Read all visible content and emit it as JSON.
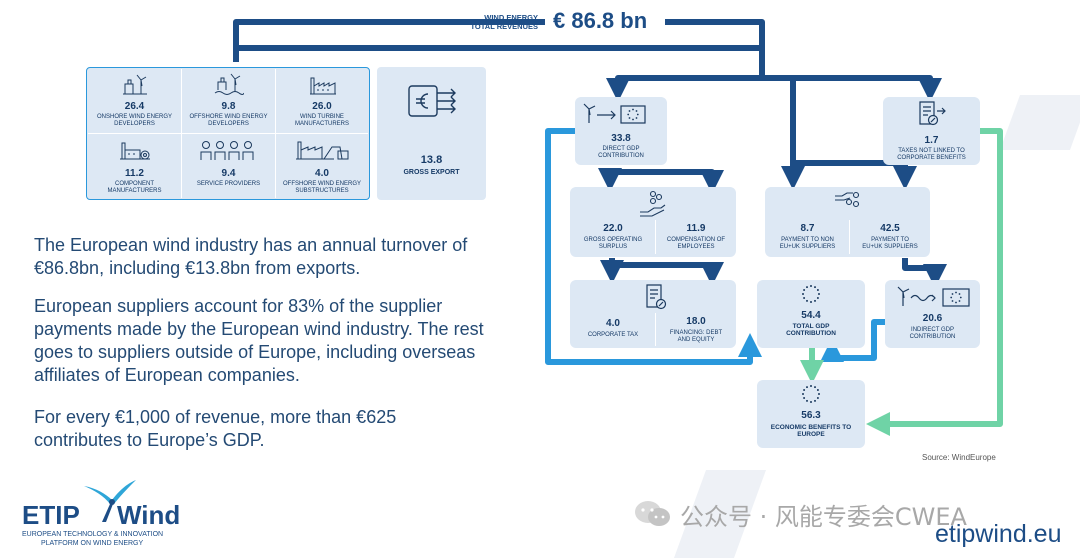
{
  "header": {
    "label_line1": "WIND ENERGY",
    "label_line2": "TOTAL REVENUES",
    "total": "€ 86.8 bn"
  },
  "revenue_breakdown": [
    {
      "value": "26.4",
      "label": "ONSHORE WIND ENERGY DEVELOPERS",
      "icon": "onshore-wind-icon"
    },
    {
      "value": "9.8",
      "label": "OFFSHORE WIND ENERGY DEVELOPERS",
      "icon": "offshore-wind-icon"
    },
    {
      "value": "26.0",
      "label": "WIND TURBINE MANUFACTURERS",
      "icon": "factory-icon"
    },
    {
      "value": "11.2",
      "label": "COMPONENT MANUFACTURERS",
      "icon": "component-factory-icon"
    },
    {
      "value": "9.4",
      "label": "SERVICE PROVIDERS",
      "icon": "workers-icon"
    },
    {
      "value": "4.0",
      "label": "OFFSHORE WIND ENERGY SUBSTRUCTURES",
      "icon": "substructure-icon"
    }
  ],
  "export": {
    "value": "13.8",
    "label": "GROSS EXPORT",
    "icon": "euro-export-icon"
  },
  "flow": {
    "direct_gdp": {
      "value": "33.8",
      "label": "DIRECT GDP CONTRIBUTION"
    },
    "taxes_not_linked": {
      "value": "1.7",
      "label": "TAXES NOT LINKED TO CORPORATE BENEFITS"
    },
    "gross_operating_surplus": {
      "value": "22.0",
      "label": "GROSS OPERATING SURPLUS"
    },
    "compensation": {
      "value": "11.9",
      "label": "COMPENSATION OF EMPLOYEES"
    },
    "payment_non_eu": {
      "value": "8.7",
      "label": "PAYMENT TO NON EU+UK SUPPLIERS"
    },
    "payment_eu": {
      "value": "42.5",
      "label": "PAYMENT TO EU+UK SUPPLIERS"
    },
    "corporate_tax": {
      "value": "4.0",
      "label": "CORPORATE TAX"
    },
    "financing": {
      "value": "18.0",
      "label": "FINANCING: DEBT AND EQUITY"
    },
    "total_gdp": {
      "value": "54.4",
      "label": "TOTAL GDP CONTRIBUTION"
    },
    "indirect_gdp": {
      "value": "20.6",
      "label": "INDIRECT GDP CONTRIBUTION"
    },
    "economic_benefits": {
      "value": "56.3",
      "label": "ECONOMIC BENEFITS TO EUROPE"
    }
  },
  "source": "Source: WindEurope",
  "paragraphs": [
    "The European wind industry has an annual turnover of €86.8bn, including €13.8bn from exports.",
    "European suppliers account for 83% of the supplier payments made by the European wind industry. The rest goes to suppliers outside of Europe, including overseas affiliates of European companies.",
    "For every €1,000 of revenue, more than €625 contributes to Europe’s GDP."
  ],
  "logo": {
    "name_left": "ETIP",
    "name_right": "Wind",
    "subtitle_line1": "EUROPEAN TECHNOLOGY & INNOVATION",
    "subtitle_line2": "PLATFORM ON WIND ENERGY"
  },
  "watermark": "公众号 · 风能专委会CWEA",
  "website": "etipwind.eu",
  "colors": {
    "dark_blue": "#1d4d86",
    "light_blue": "#2a98dc",
    "green": "#6fd3a6",
    "box": "#dde8f4"
  }
}
